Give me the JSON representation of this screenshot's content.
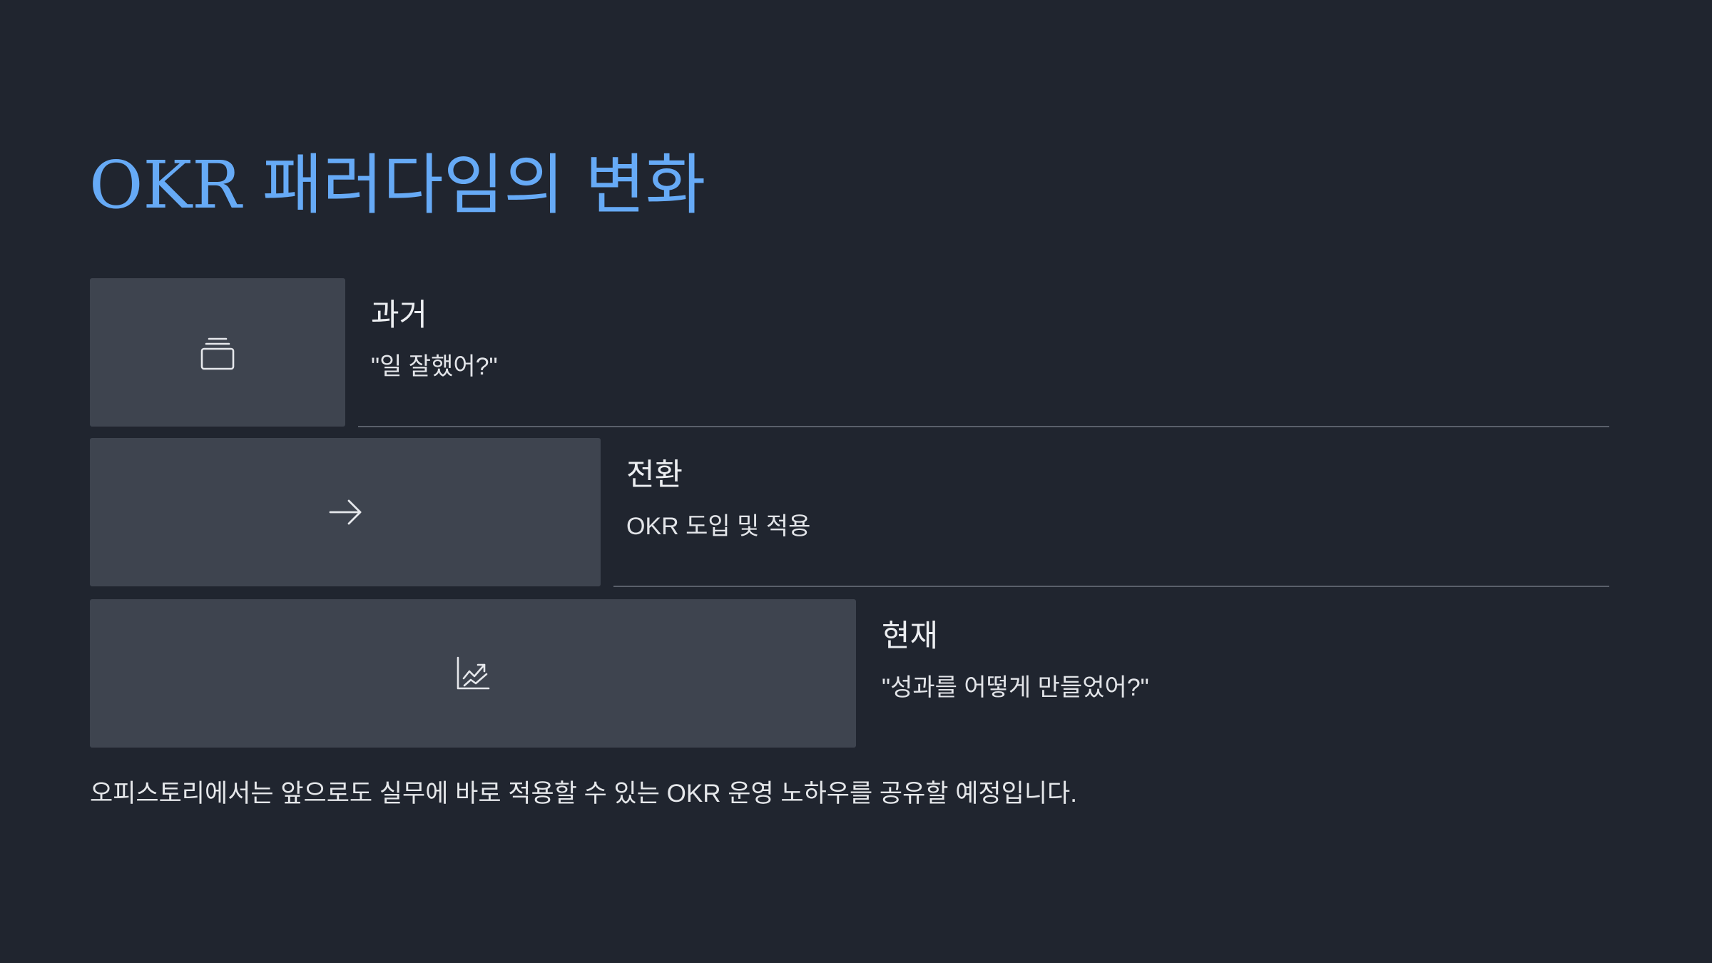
{
  "title": "OKR 패러다임의 변화",
  "steps": [
    {
      "heading": "과거",
      "description": "\"일 잘했어?\"",
      "icon": "stacked-layers-icon"
    },
    {
      "heading": "전환",
      "description": "OKR 도입 및 적용",
      "icon": "arrow-right-icon"
    },
    {
      "heading": "현재",
      "description": "\"성과를 어떻게 만들었어?\"",
      "icon": "chart-trend-icon"
    }
  ],
  "footer": "오피스토리에서는 앞으로도 실무에 바로 적용할 수 있는 OKR 운영 노하우를 공유할 예정입니다.",
  "colors": {
    "background": "#20252f",
    "title": "#66aaf6",
    "box": "#3e444f",
    "divider": "#5a606b",
    "text": "#e8e9ec"
  }
}
